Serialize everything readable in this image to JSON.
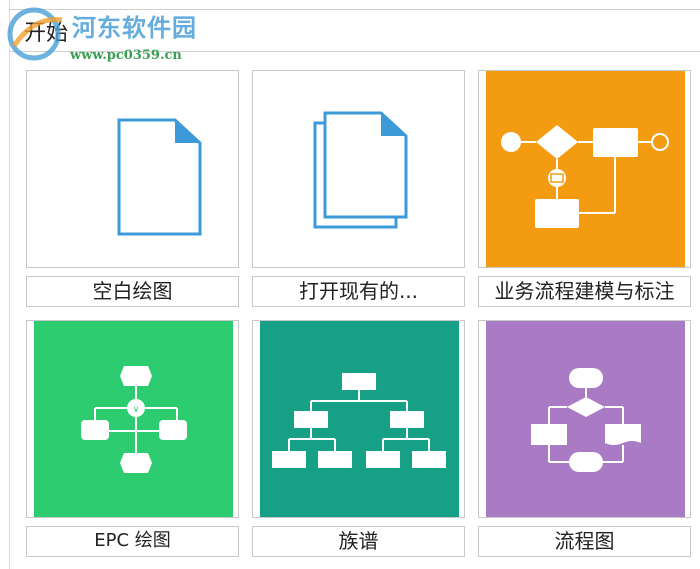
{
  "header": {
    "title": "开始"
  },
  "watermark": {
    "name": "河东软件园",
    "url": "www.pc0359.cn"
  },
  "templates": [
    {
      "label": "空白绘图",
      "color": "#ffffff"
    },
    {
      "label": "打开现有的...",
      "color": "#ffffff"
    },
    {
      "label": "业务流程建模与标注",
      "color": "#f39c12"
    },
    {
      "label": "EPC 绘图",
      "color": "#2ecc71"
    },
    {
      "label": "族谱",
      "color": "#16a085"
    },
    {
      "label": "流程图",
      "color": "#a97bc4"
    }
  ],
  "icon_color": "#3c9ad8"
}
